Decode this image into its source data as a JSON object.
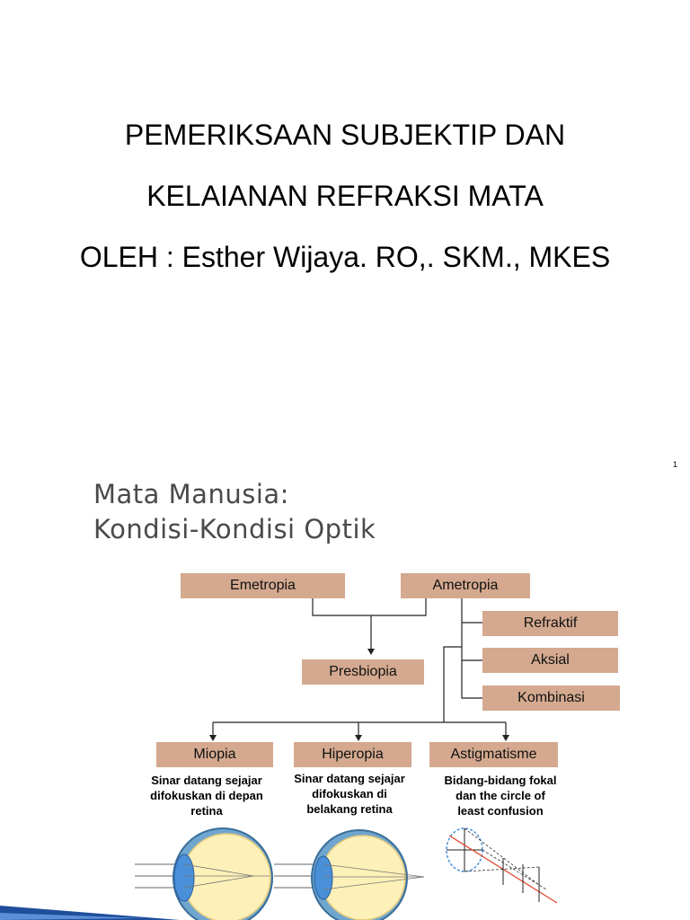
{
  "slide1": {
    "title_line1": "PEMERIKSAAN SUBJEKTIP DAN",
    "title_line2": "KELAIANAN REFRAKSI MATA",
    "author_line": "OLEH : Esther Wijaya. RO,. SKM., MKES",
    "page_number": "1"
  },
  "slide2": {
    "heading_line1": "Mata Manusia:",
    "heading_line2": "Kondisi-Kondisi Optik",
    "boxes": {
      "emetropia": "Emetropia",
      "ametropia": "Ametropia",
      "refraktif": "Refraktif",
      "aksial": "Aksial",
      "kombinasi": "Kombinasi",
      "presbiopia": "Presbiopia",
      "miopia": "Miopia",
      "hiperopia": "Hiperopia",
      "astigmatisme": "Astigmatisme"
    },
    "descriptions": {
      "miopia": [
        "Sinar datang sejajar",
        "difokuskan di depan",
        "retina"
      ],
      "hiperopia": [
        "Sinar datang sejajar",
        "difokuskan di",
        "belakang retina"
      ],
      "astigmatisme": [
        "Bidang-bidang fokal",
        "dan the circle of",
        "least confusion"
      ]
    },
    "colors": {
      "box_fill": "#d4a98f",
      "heading": "#4a4a4a",
      "eye_fill": "#fdf0b8",
      "lens_fill": "#4a90d9",
      "accent_red": "#e0442b",
      "swoosh": "#1f4e9c"
    }
  }
}
